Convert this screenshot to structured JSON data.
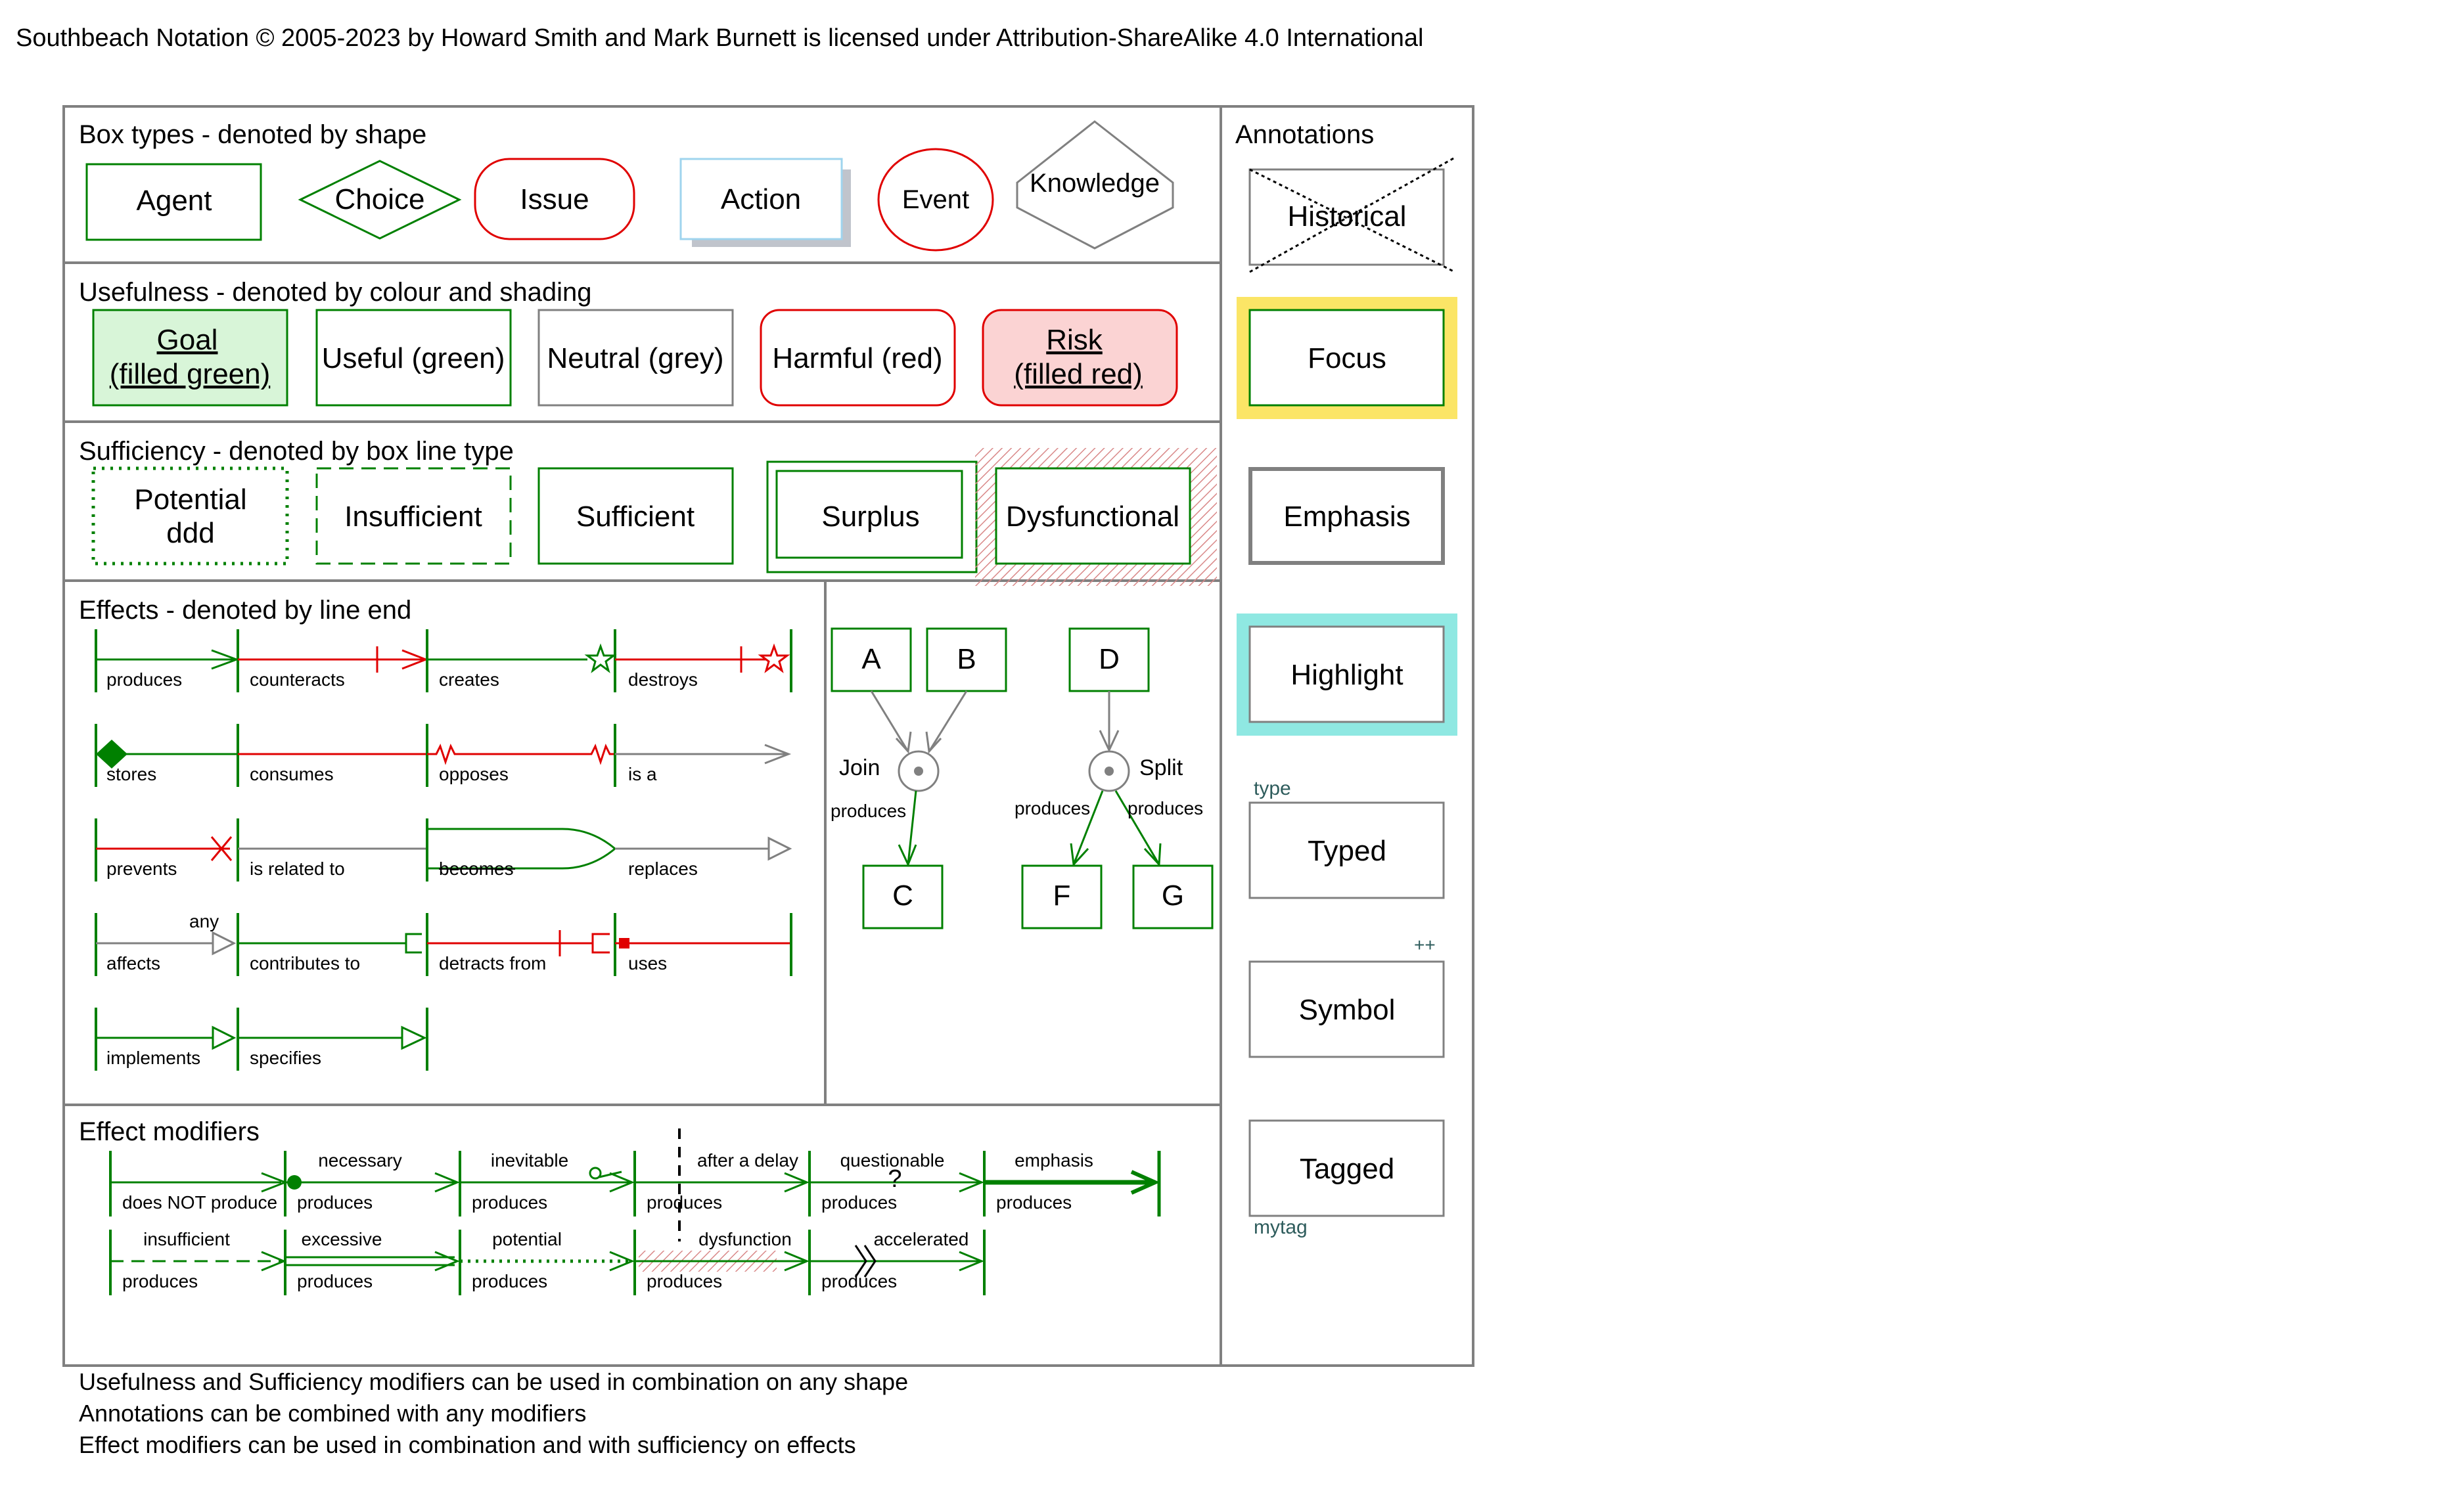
{
  "license": "Southbeach Notation © 2005-2023 by Howard Smith and Mark Burnett is licensed under Attribution-ShareAlike 4.0 International",
  "colors": {
    "green": "#008000",
    "red": "#e00000",
    "grey": "#808080",
    "goal_fill": "#d8f5d8",
    "risk_fill": "#fbd3d3",
    "focus": "#fbe566",
    "highlight": "#8fe8e2",
    "action_border": "#9fd4ee",
    "action_shadow": "#c0c4cc",
    "hatch": "#d98888"
  },
  "box_types": {
    "heading": "Box types - denoted by shape",
    "agent": "Agent",
    "choice": "Choice",
    "issue": "Issue",
    "action": "Action",
    "event": "Event",
    "knowledge": "Knowledge"
  },
  "usefulness": {
    "heading": "Usefulness - denoted by colour and shading",
    "goal": [
      "Goal",
      "(filled  green)"
    ],
    "useful": "Useful (green)",
    "neutral": "Neutral (grey)",
    "harmful": "Harmful (red)",
    "risk": [
      "Risk",
      "(filled  red)"
    ]
  },
  "sufficiency": {
    "heading": "Sufficiency - denoted by box line type",
    "potential": [
      "Potential",
      "ddd"
    ],
    "insufficient": "Insufficient",
    "sufficient": "Sufficient",
    "surplus": "Surplus",
    "dysfunctional": "Dysfunctional"
  },
  "effects": {
    "heading": "Effects - denoted by line end",
    "row1": [
      "produces",
      "counteracts",
      "creates",
      "destroys"
    ],
    "row2": [
      "stores",
      "consumes",
      "opposes",
      "is a"
    ],
    "row3": [
      "prevents",
      "is related to",
      "becomes",
      "replaces"
    ],
    "row4": [
      "affects",
      "contributes to",
      "detracts from",
      "uses"
    ],
    "row4_any": "any",
    "row5": [
      "implements",
      "specifies"
    ]
  },
  "join_split": {
    "a": "A",
    "b": "B",
    "c": "C",
    "d": "D",
    "f": "F",
    "g": "G",
    "join": "Join",
    "split": "Split",
    "produces": "produces"
  },
  "modifiers": {
    "heading": "Effect modifiers",
    "row1_top": [
      "",
      "necessary",
      "inevitable",
      "after a delay",
      "questionable",
      "emphasis"
    ],
    "row1_bottom": [
      "does NOT produce",
      "produces",
      "produces",
      "produces",
      "produces",
      "produces"
    ],
    "row2_top": [
      "insufficient",
      "excessive",
      "potential",
      "dysfunction",
      "accelerated"
    ],
    "row2_bottom": [
      "produces",
      "produces",
      "produces",
      "produces",
      "produces"
    ],
    "question_mark": "?"
  },
  "annotations": {
    "heading": "Annotations",
    "historical": "Historical",
    "focus": "Focus",
    "emphasis": "Emphasis",
    "highlight": "Highlight",
    "typed": "Typed",
    "type_label": "type",
    "symbol": "Symbol",
    "symbol_mark": "++",
    "tagged": "Tagged",
    "tag_label": "mytag"
  },
  "footer": [
    "Usefulness and Sufficiency modifiers can be used in combination on any shape",
    "Annotations can be combined with any modifiers",
    "Effect modifiers can be used in combination and with sufficiency on effects"
  ]
}
